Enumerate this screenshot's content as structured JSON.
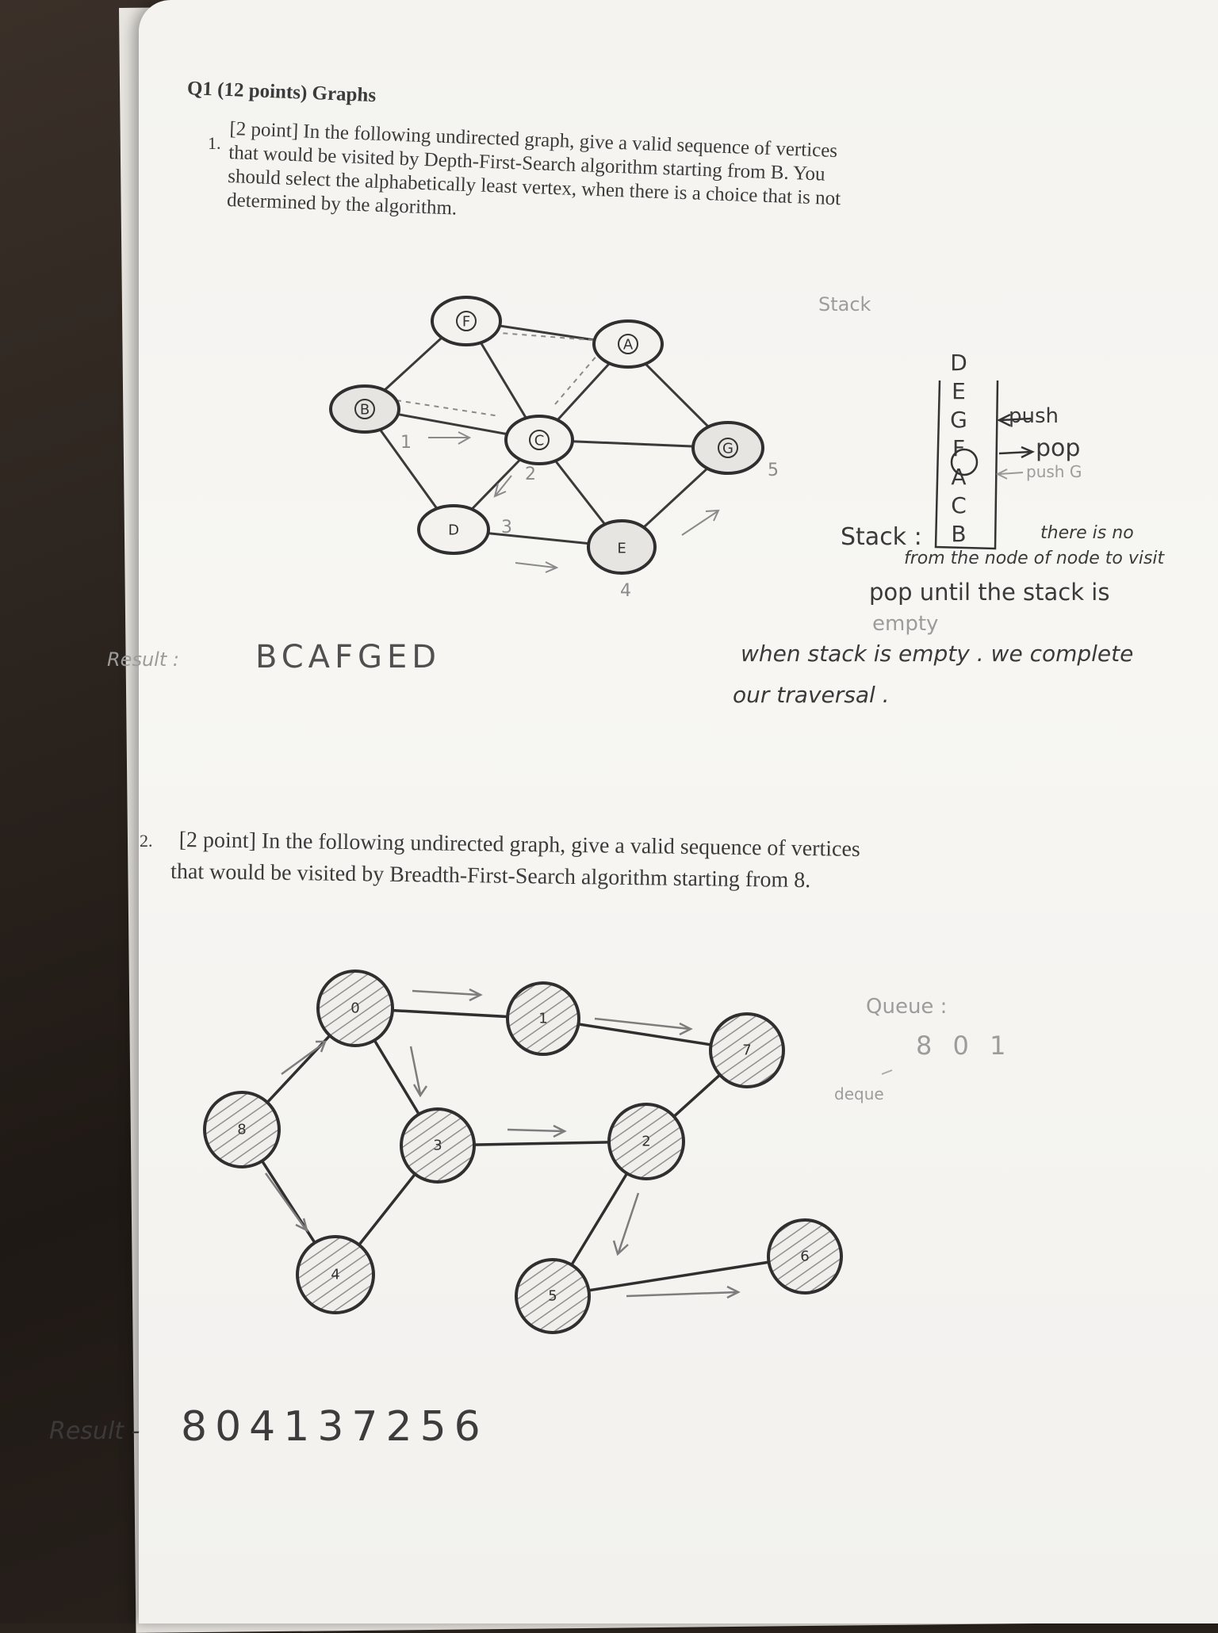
{
  "section": {
    "title": "Q1 (12 points) Graphs"
  },
  "q1": {
    "number": "1.",
    "line1": "[2 point] In the following undirected graph, give a valid sequence of vertices",
    "line2": "that would be visited by Depth-First-Search algorithm starting from B. You",
    "line3": "should select the alphabetically least vertex, when there is a choice that is not",
    "line4": "determined by the algorithm.",
    "nodes": [
      "F",
      "A",
      "B",
      "C",
      "G",
      "D",
      "E"
    ],
    "edge_numbers": [
      "1",
      "2",
      "3",
      "4",
      "5"
    ],
    "result_label": "Result :",
    "result_value": "BCAFGED",
    "notes": {
      "stack_top_label": "Stack",
      "stack_column": [
        "D",
        "E",
        "G",
        "F",
        "A",
        "C",
        "B"
      ],
      "push": "push",
      "pop": "pop",
      "push_g": "push G",
      "stack_label": "Stack :",
      "there_is_no": "there is no",
      "from_the_node": "from the node of node to visit",
      "pop_until": "pop until the stack is",
      "empty": "empty",
      "when_stack": "when stack is empty . we complete",
      "our_traversal": "our traversal ."
    }
  },
  "q2": {
    "number": "2.",
    "line1": "[2 point] In the following undirected graph, give a valid sequence of vertices",
    "line2": "that would be visited by Breadth-First-Search algorithm starting from 8.",
    "nodes": [
      "0",
      "1",
      "7",
      "8",
      "3",
      "2",
      "4",
      "5",
      "6"
    ],
    "queue_label": "Queue :",
    "queue_value": "8 0 1",
    "deque_label": "deque",
    "result_label": "Result -",
    "result_value": "804137256"
  }
}
